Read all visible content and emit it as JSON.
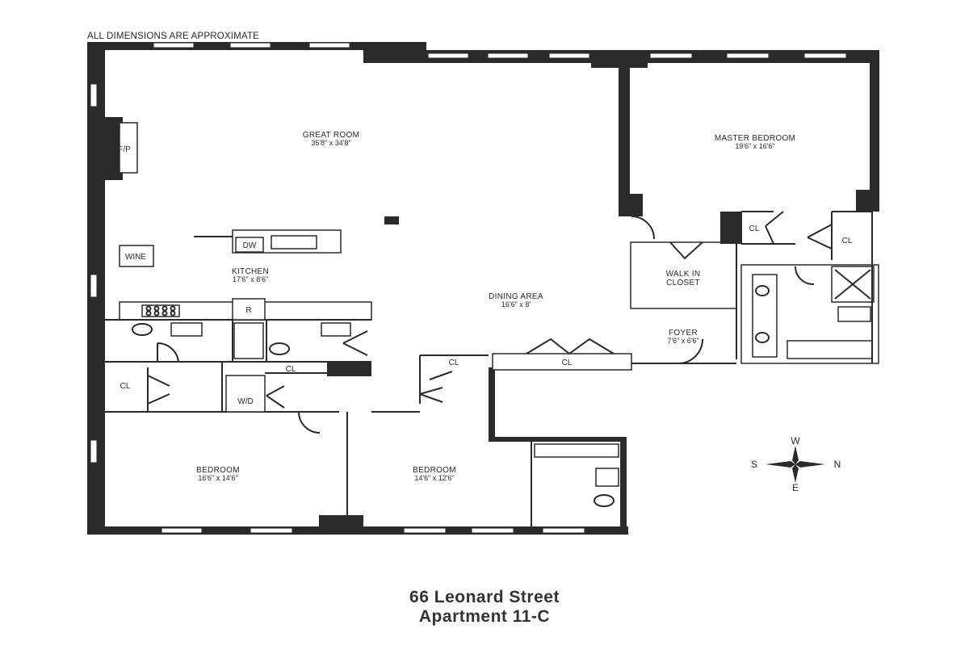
{
  "note": "ALL DIMENSIONS ARE APPROXIMATE",
  "rooms": {
    "great_room": {
      "name": "GREAT ROOM",
      "dims": "35'8\" x 34'8\""
    },
    "master_bedroom": {
      "name": "MASTER BEDROOM",
      "dims": "19'6\" x 16'6\""
    },
    "kitchen": {
      "name": "KITCHEN",
      "dims": "17'6\" x 8'6\""
    },
    "dining_area": {
      "name": "DINING AREA",
      "dims": "16'6\" x 8'"
    },
    "walk_in_closet": {
      "line1": "WALK IN",
      "line2": "CLOSET"
    },
    "foyer": {
      "name": "FOYER",
      "dims": "7'6\" x 6'6\""
    },
    "bedroom_left": {
      "name": "BEDROOM",
      "dims": "16'6\" x 14'6\""
    },
    "bedroom_mid": {
      "name": "BEDROOM",
      "dims": "14'6\" x 12'6\""
    }
  },
  "fixtures": {
    "fireplace": "F/P",
    "wine": "WINE",
    "dishwasher": "DW",
    "range": "R",
    "washer_dryer": "W/D",
    "closet": "CL"
  },
  "compass": {
    "w": "W",
    "s": "S",
    "n": "N",
    "e": "E"
  },
  "address": {
    "line1": "66 Leonard Street",
    "line2": "Apartment 11-C"
  }
}
